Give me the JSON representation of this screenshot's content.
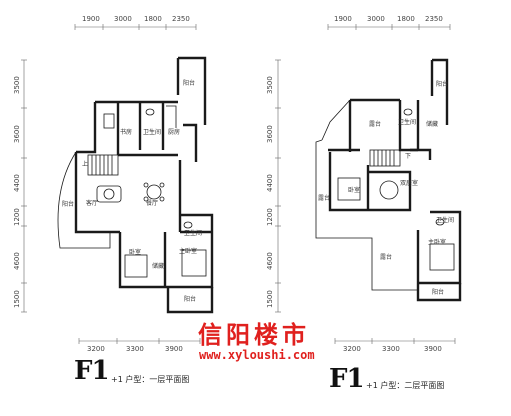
{
  "plan1": {
    "dims_top": [
      "1900",
      "3000",
      "1800",
      "2350"
    ],
    "dims_left": [
      "3500",
      "3600",
      "4400",
      "1200",
      "4600",
      "1500"
    ],
    "dims_bottom": [
      "3200",
      "3300",
      "3900"
    ],
    "rooms": {
      "balcony_top": "阳台",
      "study": "书房",
      "bath_top": "卫生间",
      "kitchen": "厨房",
      "balcony_left": "阳台",
      "living": "客厅",
      "dining": "餐厅",
      "bath_mid": "卫生间",
      "bedroom": "卧室",
      "storage": "储藏",
      "master_bedroom": "主卧室",
      "balcony_bottom": "阳台"
    },
    "up_mark": "上",
    "code": "F1",
    "caption": "+1 户型：一层平面图"
  },
  "plan2": {
    "dims_top": [
      "1900",
      "3000",
      "1800",
      "2350"
    ],
    "dims_left": [
      "3500",
      "3600",
      "4400",
      "1200",
      "4600",
      "1500"
    ],
    "dims_bottom": [
      "3200",
      "3300",
      "3900"
    ],
    "rooms": {
      "balcony_top": "阳台",
      "terrace_top": "露台",
      "bath_top": "卫生间",
      "storage": "储藏",
      "terrace_left": "露台",
      "bedroom": "卧室",
      "double_bedroom": "双居室",
      "bath_mid": "卫生间",
      "master_bedroom": "主卧室",
      "terrace_bottom": "露台",
      "balcony_bottom": "阳台"
    },
    "down_mark": "下",
    "code": "F1",
    "caption": "+1 户型：二层平面图"
  },
  "watermark": {
    "name": "信阳楼市",
    "url": "www.xyloushi.com"
  },
  "colors": {
    "wall": "#1a1a1a",
    "watermark": "#e0201e",
    "line": "#555555"
  }
}
